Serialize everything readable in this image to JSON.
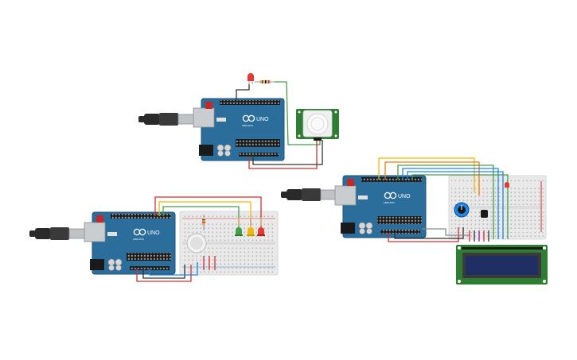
{
  "boards": [
    {
      "id": "uno-pir",
      "model": "UNO",
      "brand": "ARDUINO"
    },
    {
      "id": "uno-traffic",
      "model": "UNO",
      "brand": "ARDUINO"
    },
    {
      "id": "uno-lcd",
      "model": "UNO",
      "brand": "ARDUINO"
    }
  ],
  "colors": {
    "board": "#2c6e9b",
    "board_dark": "#1e5479",
    "header": "#1b1b1b",
    "usb_cable": "#2a2a2a",
    "usb_metal": "#bfc3c6",
    "breadboard": "#e9e9e9",
    "wire_red": "#d32f2f",
    "wire_black": "#333333",
    "wire_green": "#43a047",
    "wire_yellow": "#f2b705",
    "wire_blue": "#1e88e5",
    "wire_orange": "#f57c00",
    "wire_purple": "#8e24aa",
    "wire_gray": "#8a8a8a",
    "pir_board": "#2e7d32",
    "lcd_board": "#2e7d32",
    "lcd_screen": "#1f2e63"
  },
  "components": {
    "pir_sensor": "pir-motion-sensor",
    "led_indicator": "red-led",
    "traffic_leds": [
      "green-led",
      "yellow-led",
      "red-led"
    ],
    "lcd": "lcd-16x2",
    "potentiometer": "potentiometer",
    "buzzer": "piezo-buzzer"
  }
}
